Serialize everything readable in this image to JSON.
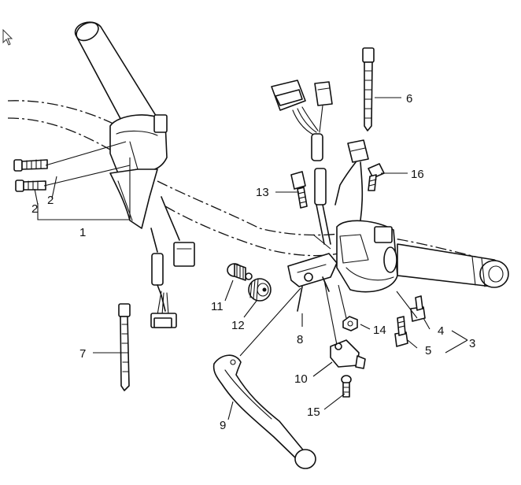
{
  "callouts": {
    "c1": "1",
    "c2a": "2",
    "c2b": "2",
    "c3": "3",
    "c4": "4",
    "c5": "5",
    "c6": "6",
    "c7": "7",
    "c8": "8",
    "c9": "9",
    "c10": "10",
    "c11": "11",
    "c12": "12",
    "c13": "13",
    "c14": "14",
    "c15": "15",
    "c16": "16"
  },
  "icons": {
    "cursor": "mouse-pointer-icon"
  }
}
